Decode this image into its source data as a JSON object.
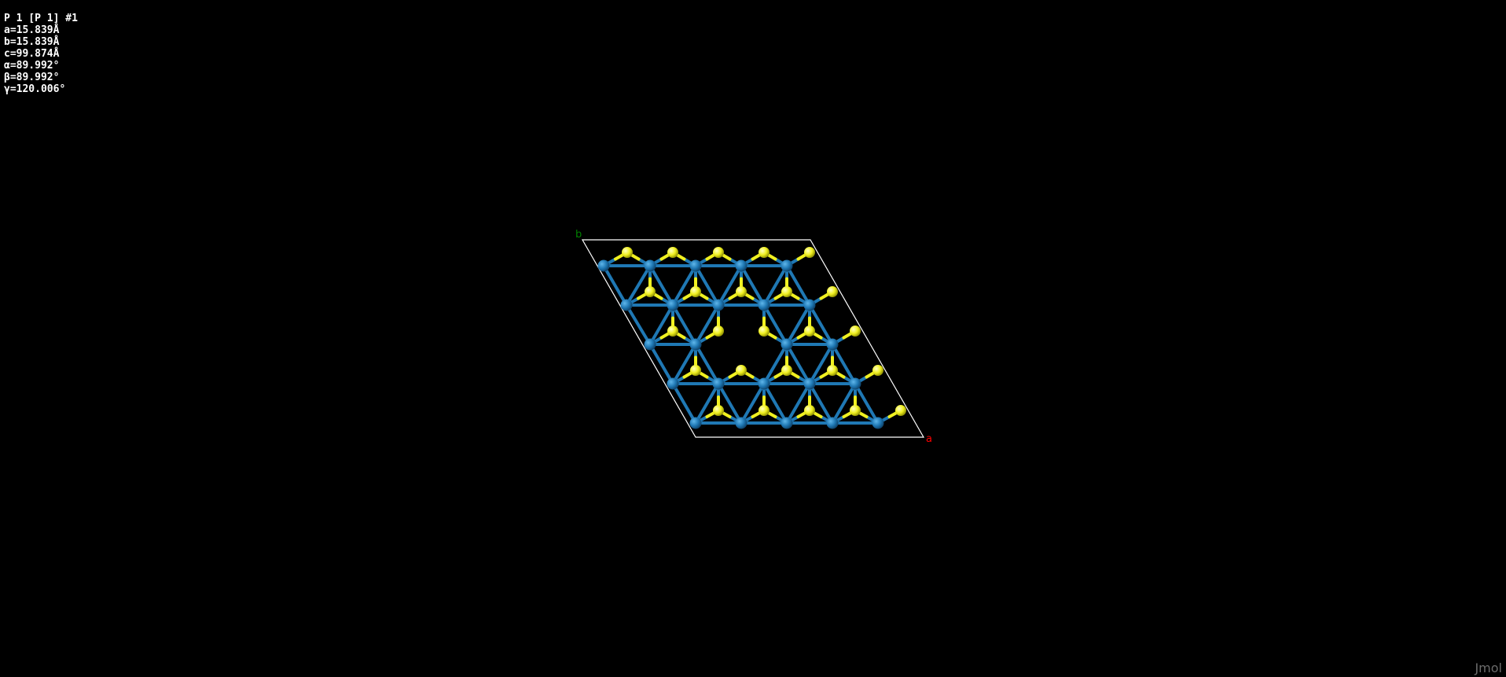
{
  "app": {
    "watermark": "Jmol"
  },
  "info": {
    "space_group": "P 1 [P 1] #1",
    "a": "a=15.839Å",
    "b": "b=15.839Å",
    "c": "c=99.874Å",
    "alpha": "α=89.992°",
    "beta": "β=89.992°",
    "gamma": "γ=120.006°"
  },
  "axes": {
    "a_label": "a",
    "b_label": "b"
  },
  "colors": {
    "background": "#000000",
    "metal_atom": "#1f78b4",
    "chalcogen_atom": "#f0f020",
    "cell_edge": "#ffffff",
    "axis_a": "#ff0000",
    "axis_b": "#008000"
  }
}
